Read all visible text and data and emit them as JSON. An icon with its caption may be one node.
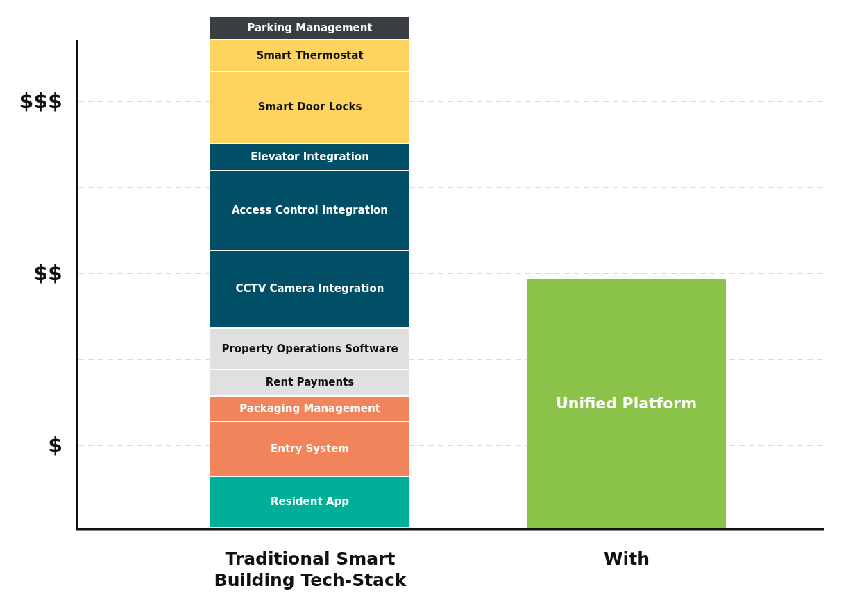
{
  "diagram": {
    "nodes": [
      {
        "text": [
          "Parking Management"
        ]
      },
      {
        "text": [
          "Smart Thermostat"
        ]
      },
      {
        "text": [
          "Smart Door Locks"
        ]
      },
      {
        "text": [
          "Elevator Integration"
        ]
      },
      {
        "text": [
          "Access Control Integration"
        ]
      },
      {
        "text": [
          "CCTV Camera Integration"
        ]
      },
      {
        "text": [
          "Property Operations Software"
        ]
      },
      {
        "text": [
          "Rent Payments"
        ]
      },
      {
        "text": [
          "Packaging Management"
        ]
      },
      {
        "text": [
          "Entry System"
        ]
      },
      {
        "text": [
          "Resident App"
        ]
      },
      {
        "text": [
          "Unified Platform"
        ]
      }
    ],
    "labels": [
      "$$$",
      "$$",
      "$",
      "Traditional Smart Building Tech-Stack",
      "With"
    ]
  }
}
